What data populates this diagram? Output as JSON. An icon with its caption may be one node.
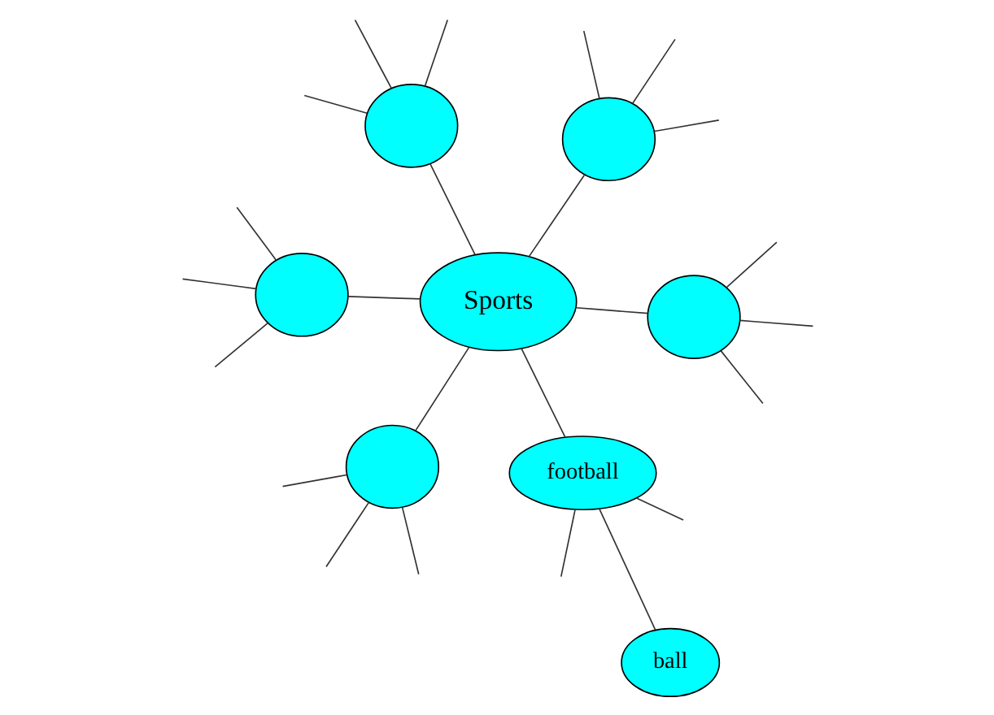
{
  "diagram": {
    "nodes": [
      {
        "text": [
          "Sports"
        ]
      },
      {
        "text": [
          "football"
        ]
      },
      {
        "text": [
          "ball"
        ]
      },
      {
        "text": [],
        "shape": "circle"
      },
      {
        "text": [],
        "shape": "circle"
      },
      {
        "text": [],
        "shape": "circle"
      },
      {
        "text": [],
        "shape": "circle"
      },
      {
        "text": [],
        "shape": "circle"
      }
    ],
    "edges": [
      {
        "from": 0,
        "to": 1,
        "arrow": "none"
      },
      {
        "from": 1,
        "to": 2,
        "arrow": "none"
      },
      {
        "from": 0,
        "to": 3,
        "arrow": "none"
      },
      {
        "from": 0,
        "to": 4,
        "arrow": "none"
      },
      {
        "from": 0,
        "to": 5,
        "arrow": "none"
      },
      {
        "from": 0,
        "to": 6,
        "arrow": "none"
      },
      {
        "from": 0,
        "to": 7,
        "arrow": "none"
      },
      {
        "from": 1,
        "to": null,
        "arrow": "none"
      },
      {
        "from": 1,
        "to": null,
        "arrow": "none"
      },
      {
        "from": 3,
        "to": null,
        "arrow": "none"
      },
      {
        "from": 3,
        "to": null,
        "arrow": "none"
      },
      {
        "from": 3,
        "to": null,
        "arrow": "none"
      },
      {
        "from": 4,
        "to": null,
        "arrow": "none"
      },
      {
        "from": 4,
        "to": null,
        "arrow": "none"
      },
      {
        "from": 4,
        "to": null,
        "arrow": "none"
      },
      {
        "from": 5,
        "to": null,
        "arrow": "none"
      },
      {
        "from": 5,
        "to": null,
        "arrow": "none"
      },
      {
        "from": 5,
        "to": null,
        "arrow": "none"
      },
      {
        "from": 6,
        "to": null,
        "arrow": "none"
      },
      {
        "from": 6,
        "to": null,
        "arrow": "none"
      },
      {
        "from": 6,
        "to": null,
        "arrow": "none"
      },
      {
        "from": 7,
        "to": null,
        "arrow": "none"
      },
      {
        "from": 7,
        "to": null,
        "arrow": "none"
      },
      {
        "from": 7,
        "to": null,
        "arrow": "none"
      }
    ]
  }
}
